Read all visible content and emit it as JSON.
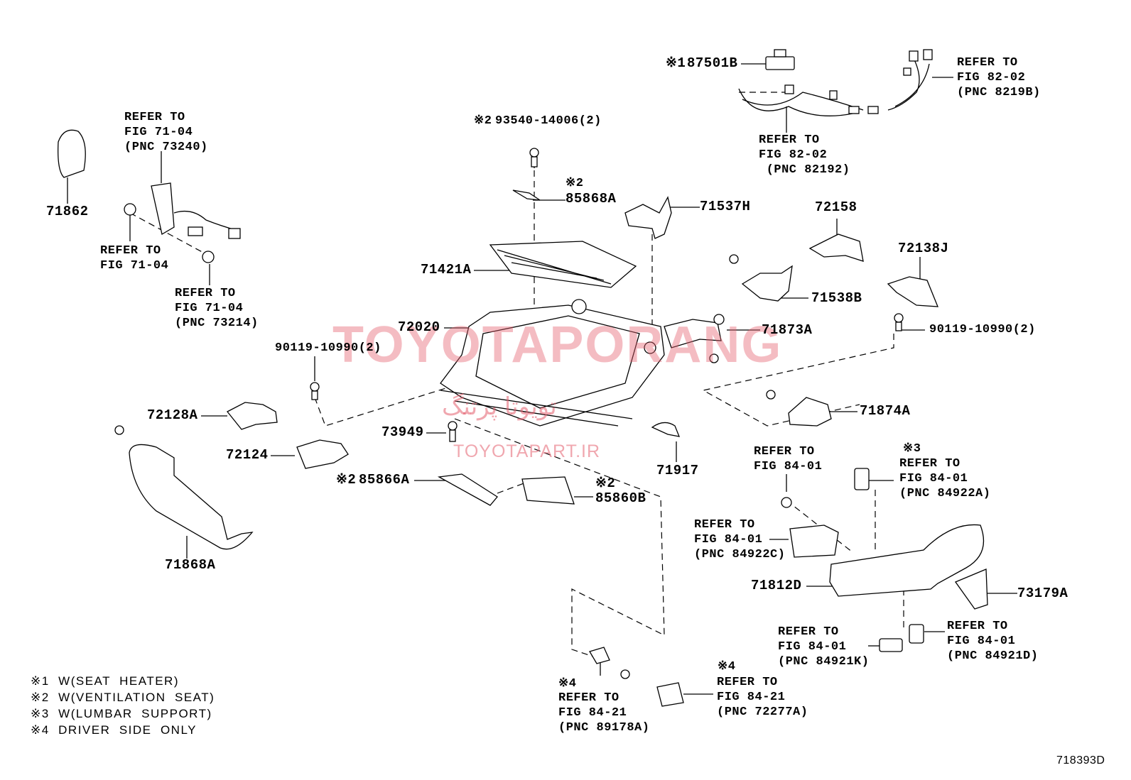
{
  "parts": {
    "p87501b": "87501B",
    "p87501b_mark": "※1",
    "refer_82192": "REFER TO\nFIG 82-02\n (PNC 82192)",
    "refer_8219b": "REFER TO\nFIG 82-02\n(PNC 8219B)",
    "p93540": "93540-14006(2)",
    "p93540_mark": "※2",
    "p85868a": "85868A",
    "p85868a_mark": "※2",
    "refer_73240": "REFER TO\nFIG 71-04\n(PNC 73240)",
    "p71862": "71862",
    "refer_7104": "REFER TO\nFIG 71-04",
    "refer_73214": "REFER TO\nFIG 71-04\n(PNC 73214)",
    "p71537h": "71537H",
    "p72158": "72158",
    "p72138j": "72138J",
    "p71421a": "71421A",
    "p71538b": "71538B",
    "p72020": "72020",
    "p71873a": "71873A",
    "p90119_left": "90119-10990(2)",
    "p90119_right": "90119-10990(2)",
    "p72128a": "72128A",
    "p71874a": "71874A",
    "p73949": "73949",
    "p72124": "72124",
    "p71917": "71917",
    "refer_8401": "REFER TO\nFIG 84-01",
    "refer_84922a": "REFER TO\nFIG 84-01\n(PNC 84922A)",
    "refer_84922a_mark": "※3",
    "p85866a": "85866A",
    "p85866a_mark": "※2",
    "p85860b": "85860B",
    "p85860b_mark": "※2",
    "refer_84922c": "REFER TO\nFIG 84-01\n(PNC 84922C)",
    "p71868a": "71868A",
    "p71812d": "71812D",
    "p73179a": "73179A",
    "refer_84921k": "REFER TO\nFIG 84-01\n(PNC 84921K)",
    "refer_84921d": "REFER TO\nFIG 84-01\n(PNC 84921D)",
    "refer_72277a": "REFER TO\nFIG 84-21\n(PNC 72277A)",
    "refer_72277a_mark": "※4",
    "refer_89178a": "REFER TO\nFIG 84-21\n(PNC 89178A)",
    "refer_89178a_mark": "※4"
  },
  "legend": [
    "※1  W(SEAT  HEATER)",
    "※2  W(VENTILATION  SEAT)",
    "※3  W(LUMBAR  SUPPORT)",
    "※4  DRIVER  SIDE  ONLY"
  ],
  "diagram_id": "718393D",
  "watermark": {
    "main": "TOYOTAPORANG",
    "persian": "تویوتا پرتنگ",
    "url": "TOYOTAPART.IR"
  }
}
